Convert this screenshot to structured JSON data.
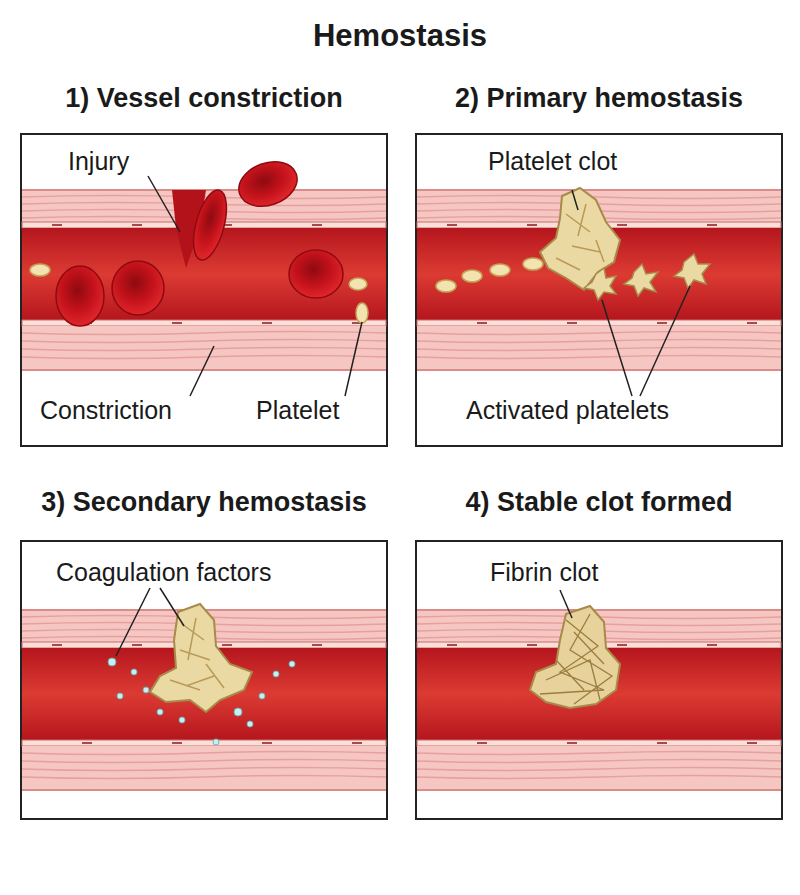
{
  "diagram": {
    "title": "Hemostasis",
    "nodes": [
      {
        "text": [
          "1) Vessel constriction"
        ]
      },
      {
        "text": [
          "2) Primary hemostasis"
        ]
      },
      {
        "text": [
          "3) Secondary hemostasis"
        ]
      },
      {
        "text": [
          "4) Stable clot formed"
        ]
      }
    ],
    "labels": [
      "Injury",
      "Constriction",
      "Platelet",
      "Platelet clot",
      "Activated platelets",
      "Coagulation factors",
      "Fibrin clot"
    ]
  }
}
